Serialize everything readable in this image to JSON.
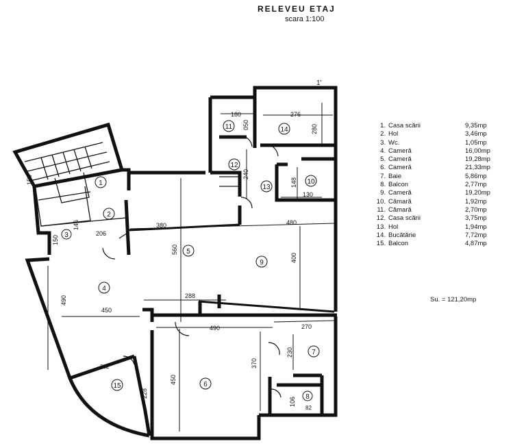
{
  "header": {
    "title": "RELEVEU ETAJ",
    "scale": "scara 1:100"
  },
  "legend": [
    {
      "num": "1.",
      "name": "Casa scării",
      "area": "9,35mp"
    },
    {
      "num": "2.",
      "name": "Hol",
      "area": "3,46mp"
    },
    {
      "num": "3.",
      "name": "Wc.",
      "area": "1,05mp"
    },
    {
      "num": "4.",
      "name": "Cameră",
      "area": "16,00mp"
    },
    {
      "num": "5.",
      "name": "Cameră",
      "area": "19,28mp"
    },
    {
      "num": "6.",
      "name": "Cameră",
      "area": "21,33mp"
    },
    {
      "num": "7.",
      "name": "Baie",
      "area": "5,86mp"
    },
    {
      "num": "8.",
      "name": "Balcon",
      "area": "2,77mp"
    },
    {
      "num": "9.",
      "name": "Cameră",
      "area": "19,20mp"
    },
    {
      "num": "10.",
      "name": "Cămară",
      "area": "1,92mp"
    },
    {
      "num": "11.",
      "name": "Cămară",
      "area": "2,70mp"
    },
    {
      "num": "12.",
      "name": "Casa scării",
      "area": "3,75mp"
    },
    {
      "num": "13.",
      "name": "Hol",
      "area": "1,94mp"
    },
    {
      "num": "14.",
      "name": "Bucătărie",
      "area": "7,72mp"
    },
    {
      "num": "15.",
      "name": "Balcon",
      "area": "4,87mp"
    }
  ],
  "total": "Su. = 121,20mp",
  "room_markers": [
    "1",
    "2",
    "3",
    "4",
    "5",
    "6",
    "7",
    "8",
    "9",
    "10",
    "11",
    "12",
    "13",
    "14",
    "15"
  ],
  "dimensions": {
    "d180": "180",
    "d276": "276",
    "d280": "280",
    "d050": "050",
    "d240": "240",
    "d148": "148",
    "d130": "130",
    "d380": "380",
    "d480": "480",
    "d150a": "150",
    "d150b": "150",
    "d206": "206",
    "d146": "146",
    "d560": "560",
    "d400": "400",
    "d490": "490",
    "d450a": "450",
    "d288": "288",
    "d490b": "490",
    "d270": "270",
    "d230": "230",
    "d370": "370",
    "d450b": "450",
    "d228": "228",
    "d106": "106",
    "d82": "82",
    "d232": "232"
  },
  "north_mark": "1'"
}
